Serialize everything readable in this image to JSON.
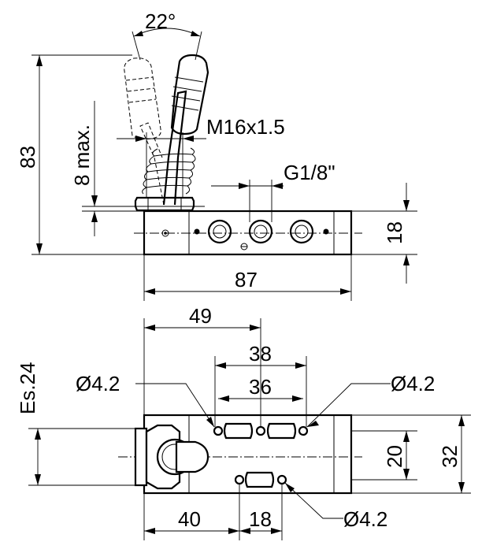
{
  "drawing": {
    "side_view": {
      "angle_label": "22°",
      "height_label": "83",
      "stroke_label": "8 max.",
      "thread_label": "M16x1.5",
      "port_label": "G1/8\"",
      "thickness_label": "18",
      "length_label": "87"
    },
    "top_view": {
      "dim_49": "49",
      "dim_38": "38",
      "dim_36": "36",
      "dim_40": "40",
      "dim_18": "18",
      "dim_20": "20",
      "dim_32": "32",
      "wrench_label": "Es.24",
      "hole_left_label": "Ø4.2",
      "hole_right_label": "Ø4.2",
      "hole_bottom_label": "Ø4.2"
    }
  }
}
